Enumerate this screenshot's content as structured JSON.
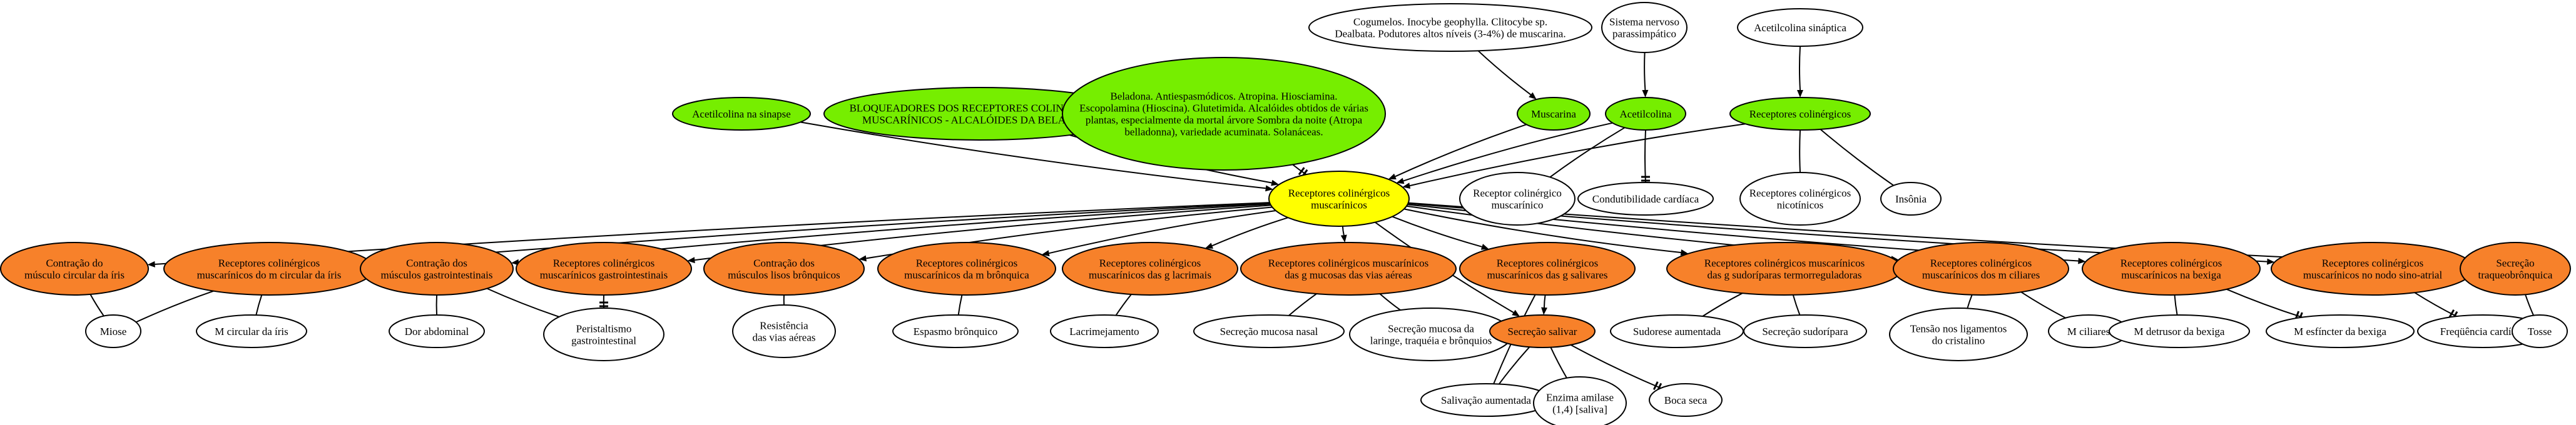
{
  "colors": {
    "white": "#ffffff",
    "green": "#76ee00",
    "yellow": "#ffff00",
    "orange": "#f7812a",
    "stroke": "#000000"
  },
  "nodes": [
    {
      "id": "cogumelos",
      "lines": [
        "Cogumelos. Inocybe geophylla. Clitocybe sp.",
        "Dealbata. Podutores altos níveis (3-4%) de muscarina."
      ],
      "fill": "white"
    },
    {
      "id": "sistema",
      "lines": [
        "Sistema nervoso",
        "parassimpático"
      ],
      "fill": "white"
    },
    {
      "id": "acetsinaptica",
      "lines": [
        "Acetilcolina sináptica"
      ],
      "fill": "white"
    },
    {
      "id": "acetsinapse",
      "lines": [
        "Acetilcolina na sinapse"
      ],
      "fill": "green"
    },
    {
      "id": "bloqueadores",
      "lines": [
        "BLOQUEADORES DOS RECEPTORES COLINÉRGICOS",
        "MUSCARÍNICOS - ALCALÓIDES DA BELADONA"
      ],
      "fill": "green"
    },
    {
      "id": "beladona",
      "lines": [
        "Beladona. Antiespasmódicos. Atropina. Hiosciamina.",
        "Escopolamina (Hioscina). Glutetimida. Alcalóides obtidos de várias",
        "plantas, especialmente da mortal árvore Sombra da noite (Atropa",
        "belladonna), variedade acuminata. Solanáceas."
      ],
      "fill": "green"
    },
    {
      "id": "muscarina",
      "lines": [
        "Muscarina"
      ],
      "fill": "green"
    },
    {
      "id": "acetilcolina",
      "lines": [
        "Acetilcolina"
      ],
      "fill": "green"
    },
    {
      "id": "recepcol",
      "lines": [
        "Receptores colinérgicos"
      ],
      "fill": "green"
    },
    {
      "id": "main",
      "lines": [
        "Receptores colinérgicos",
        "muscarínicos"
      ],
      "fill": "yellow"
    },
    {
      "id": "recmusc",
      "lines": [
        "Receptor colinérgico",
        "muscarínico"
      ],
      "fill": "white"
    },
    {
      "id": "condut",
      "lines": [
        "Condutibilidade cardíaca"
      ],
      "fill": "white"
    },
    {
      "id": "nicot",
      "lines": [
        "Receptores colinérgicos",
        "nicotínicos"
      ],
      "fill": "white"
    },
    {
      "id": "insonia",
      "lines": [
        "Insônia"
      ],
      "fill": "white"
    },
    {
      "id": "o1",
      "lines": [
        "Contração do",
        "músculo circular da íris"
      ],
      "fill": "orange"
    },
    {
      "id": "o2",
      "lines": [
        "Receptores colinérgicos",
        "muscarínicos do m circular da íris"
      ],
      "fill": "orange"
    },
    {
      "id": "o3",
      "lines": [
        "Contração dos",
        "músculos gastrointestinais"
      ],
      "fill": "orange"
    },
    {
      "id": "o4",
      "lines": [
        "Receptores colinérgicos",
        "muscarínicos gastrointestinais"
      ],
      "fill": "orange"
    },
    {
      "id": "o5",
      "lines": [
        "Contração dos",
        "músculos lisos brônquicos"
      ],
      "fill": "orange"
    },
    {
      "id": "o6",
      "lines": [
        "Receptores colinérgicos",
        "muscarínicos da m brônquica"
      ],
      "fill": "orange"
    },
    {
      "id": "o7",
      "lines": [
        "Receptores colinérgicos",
        "muscarínicos das g lacrimais"
      ],
      "fill": "orange"
    },
    {
      "id": "o8",
      "lines": [
        "Receptores colinérgicos muscarínicos",
        "das g mucosas das vias aéreas"
      ],
      "fill": "orange"
    },
    {
      "id": "o9",
      "lines": [
        "Receptores colinérgicos",
        "muscarínicos das g salivares"
      ],
      "fill": "orange"
    },
    {
      "id": "o10",
      "lines": [
        "Receptores colinérgicos muscarínicos",
        "das g sudoríparas termorreguladoras"
      ],
      "fill": "orange"
    },
    {
      "id": "o11",
      "lines": [
        "Receptores colinérgicos",
        "muscarínicos dos m ciliares"
      ],
      "fill": "orange"
    },
    {
      "id": "o12",
      "lines": [
        "Receptores colinérgicos",
        "muscarínicos na bexiga"
      ],
      "fill": "orange"
    },
    {
      "id": "o13",
      "lines": [
        "Receptores colinérgicos",
        "muscarínicos no nodo sino-atrial"
      ],
      "fill": "orange"
    },
    {
      "id": "o14",
      "lines": [
        "Secreção",
        "traqueobrônquica"
      ],
      "fill": "orange"
    },
    {
      "id": "miose",
      "lines": [
        "Miose"
      ],
      "fill": "white"
    },
    {
      "id": "mcirc",
      "lines": [
        "M circular da íris"
      ],
      "fill": "white"
    },
    {
      "id": "dor",
      "lines": [
        "Dor abdominal"
      ],
      "fill": "white"
    },
    {
      "id": "perist",
      "lines": [
        "Peristaltismo",
        "gastrointestinal"
      ],
      "fill": "white"
    },
    {
      "id": "resist",
      "lines": [
        "Resistência",
        "das vias aéreas"
      ],
      "fill": "white"
    },
    {
      "id": "espasmo",
      "lines": [
        "Espasmo brônquico"
      ],
      "fill": "white"
    },
    {
      "id": "lacrim",
      "lines": [
        "Lacrimejamento"
      ],
      "fill": "white"
    },
    {
      "id": "secnasal",
      "lines": [
        "Secreção mucosa nasal"
      ],
      "fill": "white"
    },
    {
      "id": "seclar",
      "lines": [
        "Secreção mucosa da",
        "laringe, traquéia e brônquios"
      ],
      "fill": "white"
    },
    {
      "id": "secsal",
      "lines": [
        "Secreção salivar"
      ],
      "fill": "orange"
    },
    {
      "id": "sudaum",
      "lines": [
        "Sudorese aumentada"
      ],
      "fill": "white"
    },
    {
      "id": "secsud",
      "lines": [
        "Secreção sudorípara"
      ],
      "fill": "white"
    },
    {
      "id": "tensao",
      "lines": [
        "Tensão nos ligamentos",
        "do cristalino"
      ],
      "fill": "white"
    },
    {
      "id": "mcil",
      "lines": [
        "M ciliares"
      ],
      "fill": "white"
    },
    {
      "id": "mdet",
      "lines": [
        "M detrusor da bexiga"
      ],
      "fill": "white"
    },
    {
      "id": "mesf",
      "lines": [
        "M esfíncter da bexiga"
      ],
      "fill": "white"
    },
    {
      "id": "freq",
      "lines": [
        "Freqüência cardíaca"
      ],
      "fill": "white"
    },
    {
      "id": "tosse",
      "lines": [
        "Tosse"
      ],
      "fill": "white"
    },
    {
      "id": "salaum",
      "lines": [
        "Salivação aumentada"
      ],
      "fill": "white"
    },
    {
      "id": "enzima",
      "lines": [
        "Enzima amilase",
        "(1,4) [saliva]"
      ],
      "fill": "white"
    },
    {
      "id": "bocaseca",
      "lines": [
        "Boca seca"
      ],
      "fill": "white"
    }
  ],
  "edges": [
    {
      "from": "cogumelos",
      "to": "muscarina",
      "head": "arrow"
    },
    {
      "from": "sistema",
      "to": "acetilcolina",
      "head": "arrow"
    },
    {
      "from": "acetsinaptica",
      "to": "recepcol",
      "head": "arrow"
    },
    {
      "from": "acetsinapse",
      "to": "main",
      "head": "arrow"
    },
    {
      "from": "bloqueadores",
      "to": "main",
      "head": "arrow"
    },
    {
      "from": "beladona",
      "to": "main",
      "head": "tee"
    },
    {
      "from": "muscarina",
      "to": "main",
      "head": "arrow"
    },
    {
      "from": "acetilcolina",
      "to": "main",
      "head": "arrow"
    },
    {
      "from": "acetilcolina",
      "to": "recmusc",
      "head": "none"
    },
    {
      "from": "acetilcolina",
      "to": "condut",
      "head": "tee"
    },
    {
      "from": "recepcol",
      "to": "main",
      "head": "arrow"
    },
    {
      "from": "recepcol",
      "to": "nicot",
      "head": "none"
    },
    {
      "from": "recepcol",
      "to": "insonia",
      "head": "none"
    },
    {
      "from": "main",
      "to": "o1",
      "head": "arrow"
    },
    {
      "from": "main",
      "to": "o2",
      "head": "arrow"
    },
    {
      "from": "main",
      "to": "o3",
      "head": "arrow"
    },
    {
      "from": "main",
      "to": "o4",
      "head": "arrow"
    },
    {
      "from": "main",
      "to": "o5",
      "head": "arrow"
    },
    {
      "from": "main",
      "to": "o6",
      "head": "arrow"
    },
    {
      "from": "main",
      "to": "o7",
      "head": "arrow"
    },
    {
      "from": "main",
      "to": "o8",
      "head": "arrow"
    },
    {
      "from": "main",
      "to": "o9",
      "head": "arrow"
    },
    {
      "from": "main",
      "to": "o10",
      "head": "arrow"
    },
    {
      "from": "main",
      "to": "o11",
      "head": "arrow"
    },
    {
      "from": "main",
      "to": "o12",
      "head": "arrow"
    },
    {
      "from": "main",
      "to": "o13",
      "head": "arrow"
    },
    {
      "from": "main",
      "to": "o14",
      "head": "arrow"
    },
    {
      "from": "main",
      "to": "secsal",
      "head": "arrow"
    },
    {
      "from": "o1",
      "to": "miose",
      "head": "none"
    },
    {
      "from": "o2",
      "to": "miose",
      "head": "none"
    },
    {
      "from": "o2",
      "to": "mcirc",
      "head": "none"
    },
    {
      "from": "o3",
      "to": "dor",
      "head": "none"
    },
    {
      "from": "o3",
      "to": "perist",
      "head": "none"
    },
    {
      "from": "o4",
      "to": "perist",
      "head": "tee"
    },
    {
      "from": "o5",
      "to": "resist",
      "head": "none"
    },
    {
      "from": "o6",
      "to": "espasmo",
      "head": "none"
    },
    {
      "from": "o7",
      "to": "lacrim",
      "head": "none"
    },
    {
      "from": "o8",
      "to": "secnasal",
      "head": "none"
    },
    {
      "from": "o8",
      "to": "seclar",
      "head": "none"
    },
    {
      "from": "o9",
      "to": "secsal",
      "head": "arrow"
    },
    {
      "from": "o9",
      "to": "salaum",
      "head": "none"
    },
    {
      "from": "secsal",
      "to": "salaum",
      "head": "none"
    },
    {
      "from": "secsal",
      "to": "enzima",
      "head": "none"
    },
    {
      "from": "secsal",
      "to": "bocaseca",
      "head": "tee"
    },
    {
      "from": "o10",
      "to": "sudaum",
      "head": "none"
    },
    {
      "from": "o10",
      "to": "secsud",
      "head": "none"
    },
    {
      "from": "o11",
      "to": "tensao",
      "head": "none"
    },
    {
      "from": "o11",
      "to": "mcil",
      "head": "none"
    },
    {
      "from": "o12",
      "to": "mdet",
      "head": "none"
    },
    {
      "from": "o12",
      "to": "mesf",
      "head": "tee"
    },
    {
      "from": "o13",
      "to": "freq",
      "head": "tee"
    },
    {
      "from": "o14",
      "to": "tosse",
      "head": "none"
    }
  ]
}
